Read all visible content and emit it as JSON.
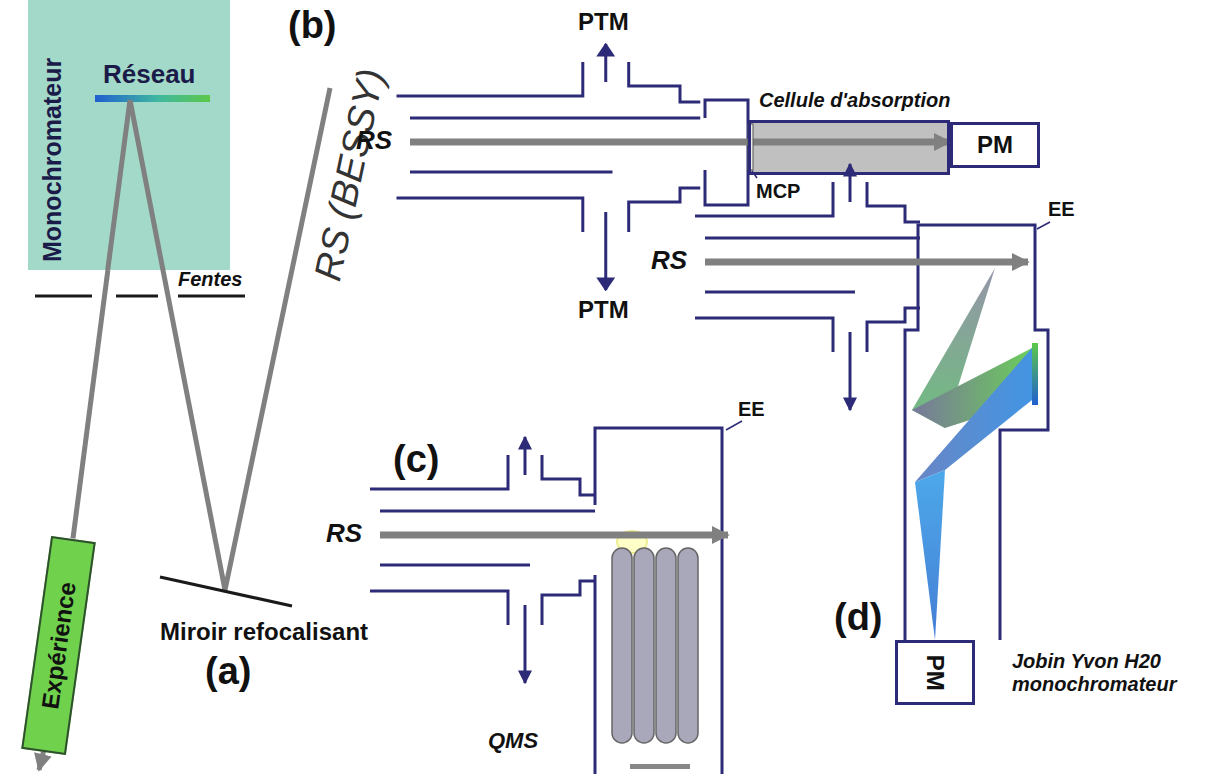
{
  "diagram": {
    "nodes": [
      {
        "text": [
          "Réseau",
          "Monochromateur"
        ]
      },
      {
        "text": [
          "Expérience"
        ]
      },
      {
        "text": [
          "Cellule d'absorption"
        ]
      },
      {
        "text": [
          "PM"
        ]
      },
      {
        "text": [
          "PM"
        ]
      }
    ],
    "edges": [
      {
        "from": 0,
        "to": 1,
        "arrow": "none"
      }
    ],
    "labels": [
      "Fentes",
      "Miroir refocalisant",
      "RS (BESSY)",
      "(a)",
      "(b)",
      "PTM",
      "PTM",
      "RS",
      "MCP",
      "(c)",
      "RS",
      "EE",
      "QMS",
      "(d)",
      "RS",
      "EE",
      "Jobin Yvon H20 monochromateur"
    ]
  }
}
